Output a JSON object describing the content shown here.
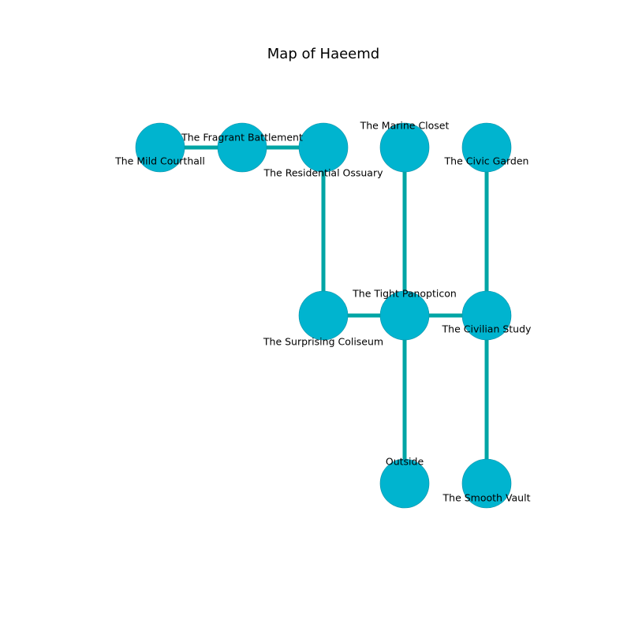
{
  "title": "Map of Haeemd",
  "colors": {
    "node_fill": "#00b4cf",
    "node_stroke": "#0a8fa6",
    "edge": "#00a5a5"
  },
  "rooms": {
    "mild_courthall": "The Mild Courthall",
    "fragrant_battlement": "The Fragrant Battlement",
    "residential_ossuary": "The Residential Ossuary",
    "marine_closet": "The Marine Closet",
    "civic_garden": "The Civic Garden",
    "surprising_coliseum": "The Surprising Coliseum",
    "tight_panopticon": "The Tight Panopticon",
    "civilian_study": "The Civilian Study",
    "outside": "Outside",
    "smooth_vault": "The Smooth Vault"
  },
  "connections": [
    [
      "mild_courthall",
      "fragrant_battlement"
    ],
    [
      "fragrant_battlement",
      "residential_ossuary"
    ],
    [
      "residential_ossuary",
      "surprising_coliseum"
    ],
    [
      "surprising_coliseum",
      "tight_panopticon"
    ],
    [
      "tight_panopticon",
      "civilian_study"
    ],
    [
      "marine_closet",
      "tight_panopticon"
    ],
    [
      "civic_garden",
      "civilian_study"
    ],
    [
      "tight_panopticon",
      "outside"
    ],
    [
      "civilian_study",
      "smooth_vault"
    ]
  ]
}
